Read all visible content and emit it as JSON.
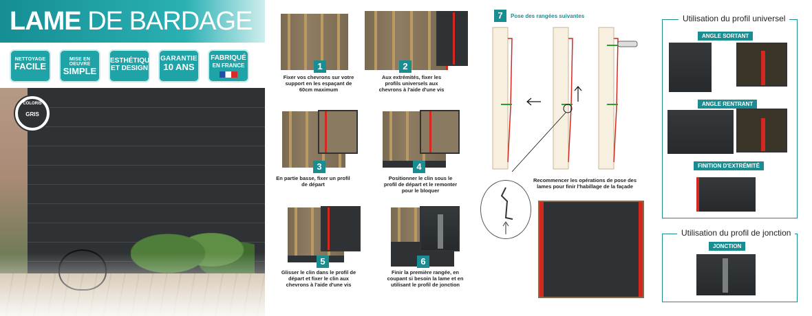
{
  "header": {
    "title_bold": "LAME",
    "title_rest": "DE BARDAGE"
  },
  "badges": [
    {
      "small": "NETTOYAGE",
      "large": "FACILE"
    },
    {
      "small": "MISE EN OEUVRE",
      "large": "SIMPLE"
    },
    {
      "line1": "ESTHÉTIQUE",
      "line2": "ET DESIGN"
    },
    {
      "small": "GARANTIE",
      "large": "10 ANS"
    },
    {
      "line1": "FABRIQUÉ",
      "line2": "EN FRANCE"
    }
  ],
  "coloris": {
    "label": "COLORIS",
    "value": "GRIS"
  },
  "steps": [
    {
      "n": "1",
      "text": "Fixer vos chevrons sur votre support en les espaçant de 60cm maximum"
    },
    {
      "n": "2",
      "text": "Aux extrémités, fixer les profils universels aux chevrons à l'aide d'une vis"
    },
    {
      "n": "3",
      "text": "En partie basse, fixer un profil de départ"
    },
    {
      "n": "4",
      "text": "Positionner le clin sous le profil de départ et le remonter pour le bloquer"
    },
    {
      "n": "5",
      "text": "Glisser le clin dans le profil de départ et fixer le clin aux chevrons à l'aide d'une vis"
    },
    {
      "n": "6",
      "text": "Finir la première rangée, en coupant si besoin la lame et en utilisant le profil de jonction"
    }
  ],
  "step7": {
    "n": "7",
    "title": "Pose des rangées suivantes",
    "text": "Recommencer les opérations de pose des lames pour finir l'habillage de la façade"
  },
  "profil_universel": {
    "title": "Utilisation du profil universel",
    "tags": [
      "ANGLE SORTANT",
      "ANGLE RENTRANT",
      "FINITION D'EXTRÉMITÉ"
    ]
  },
  "profil_jonction": {
    "title": "Utilisation du profil de jonction",
    "tag": "JONCTION"
  },
  "colors": {
    "teal": "#1a8d93",
    "cladding": "#2f3234",
    "profile_red": "#d3281f",
    "wood": "#b99a62"
  }
}
